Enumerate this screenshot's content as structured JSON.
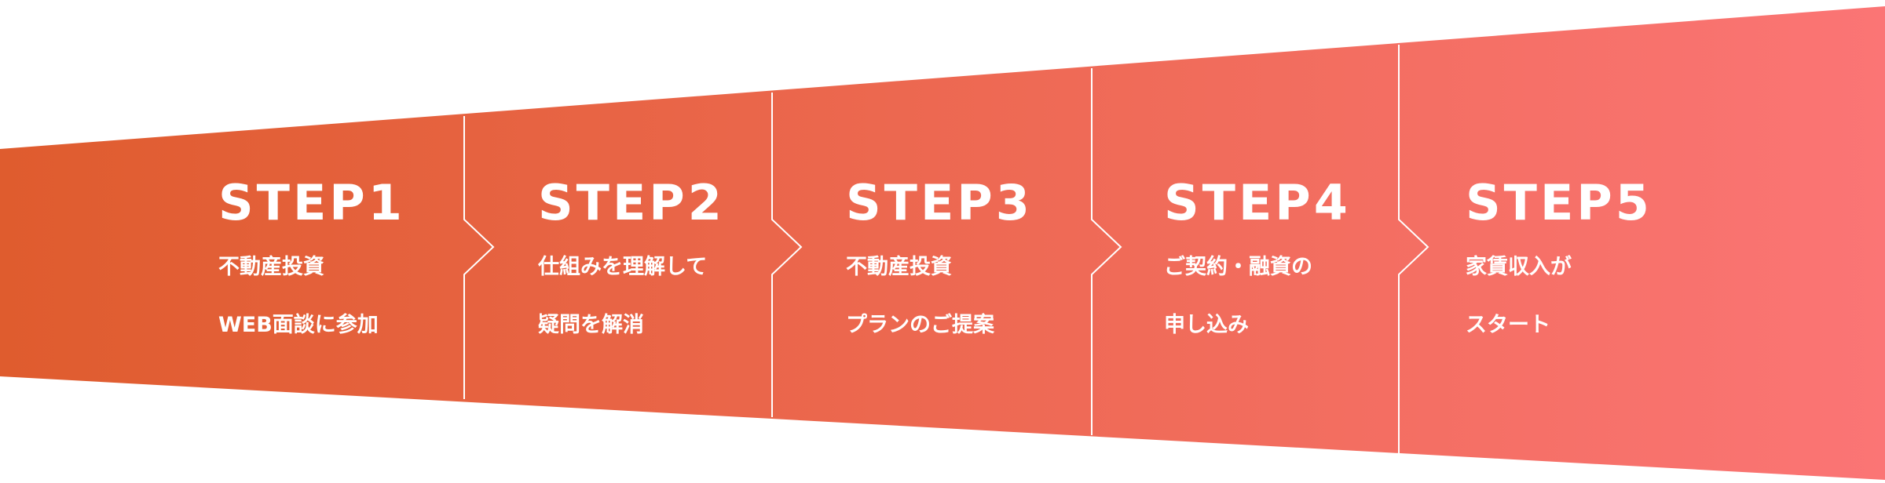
{
  "colors": {
    "gradient_start": "#df5c2e",
    "gradient_end": "#fb7575",
    "divider": "#ffffff",
    "text": "#ffffff",
    "background": "#ffffff"
  },
  "steps": [
    {
      "title": "STEP1",
      "desc_line1": "不動産投資",
      "desc_line2": "WEB面談に参加"
    },
    {
      "title": "STEP2",
      "desc_line1": "仕組みを理解して",
      "desc_line2": "疑問を解消"
    },
    {
      "title": "STEP3",
      "desc_line1": "不動産投資",
      "desc_line2": "プランのご提案"
    },
    {
      "title": "STEP4",
      "desc_line1": "ご契約・融資の",
      "desc_line2": "申し込み"
    },
    {
      "title": "STEP5",
      "desc_line1": "家賃収入が",
      "desc_line2": "スタート"
    }
  ]
}
